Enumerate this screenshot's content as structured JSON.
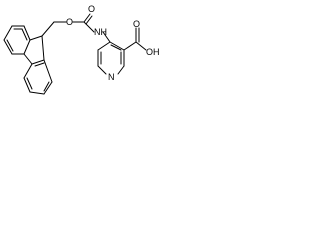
{
  "structure": {
    "atom_labels": {
      "ester_oxygen": "O",
      "carbonyl_oxygen": "O",
      "amine": "NH",
      "carboxyl_oxygen": "O",
      "hydroxyl": "OH",
      "ring_nitrogen": "N"
    }
  }
}
